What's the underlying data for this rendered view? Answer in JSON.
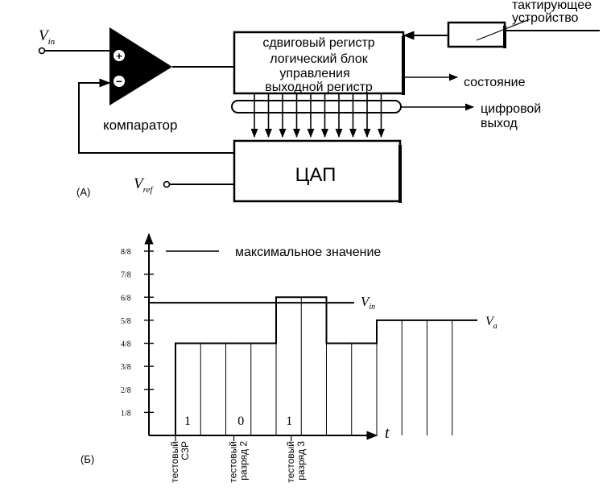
{
  "block_diagram": {
    "label": "(A)",
    "input_vin": {
      "main": "V",
      "sub": "in"
    },
    "input_vref": {
      "main": "V",
      "sub": "ref"
    },
    "comparator": {
      "plus": "+",
      "minus": "−",
      "label": "компаратор"
    },
    "register_block": {
      "lines": [
        "сдвиговый регистр",
        "логический блок",
        "управления",
        "выходной регистр"
      ]
    },
    "clock_label_lines": [
      "тактирующее",
      "устройство"
    ],
    "status_label": "состояние",
    "digital_output_lines": [
      "цифровой",
      "выход"
    ],
    "dac_label": "ЦАП",
    "bus_line_count": 10
  },
  "chart_data": {
    "type": "line",
    "panel_label": "(Б)",
    "xlabel": "t",
    "ylabel": "",
    "y_ticks": [
      "1/8",
      "2/8",
      "3/8",
      "4/8",
      "5/8",
      "6/8",
      "7/8",
      "8/8"
    ],
    "ylim": [
      0,
      1
    ],
    "max_value_label": "максимальное значение",
    "vin_level": 0.72,
    "vin_label": {
      "main": "V",
      "sub": "in"
    },
    "va_label": {
      "main": "V",
      "sub": "a"
    },
    "va_steps": [
      {
        "t_start": 0,
        "t_end": 1,
        "value": 0.5
      },
      {
        "t_start": 1,
        "t_end": 1.5,
        "value": 0.75
      },
      {
        "t_start": 1.5,
        "t_end": 2,
        "value": 0.5
      },
      {
        "t_start": 2,
        "t_end": 3,
        "value": 0.625
      }
    ],
    "bit_results": [
      "1",
      "0",
      "1"
    ],
    "x_annotations": [
      [
        "тестовый",
        "СЗР"
      ],
      [
        "тестовый",
        "разряд 2"
      ],
      [
        "тестовый",
        "разряд 3"
      ]
    ],
    "grid": false
  }
}
